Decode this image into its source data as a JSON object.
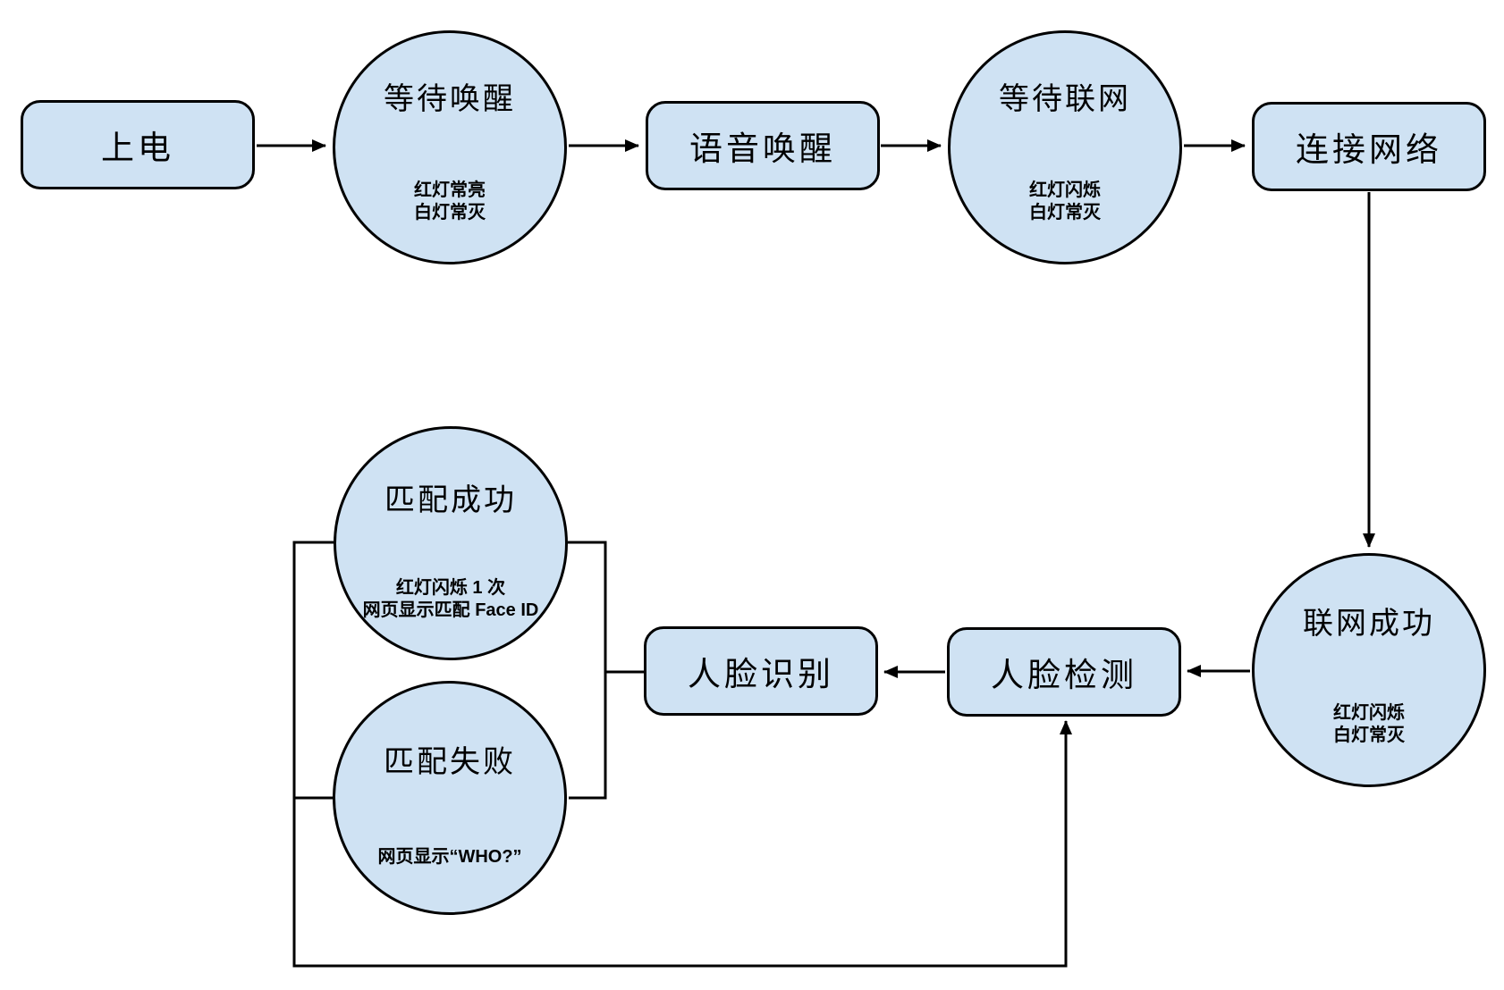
{
  "colors": {
    "background": "#ffffff",
    "node_fill": "#cfe2f3",
    "node_stroke": "#000000",
    "connector": "#000000"
  },
  "nodes": {
    "power_on": {
      "shape": "rect",
      "label": "上电"
    },
    "wait_wake": {
      "shape": "circle",
      "label": "等待唤醒",
      "notes": [
        "红灯常亮",
        "白灯常灭"
      ]
    },
    "voice_wake": {
      "shape": "rect",
      "label": "语音唤醒"
    },
    "wait_network": {
      "shape": "circle",
      "label": "等待联网",
      "notes": [
        "红灯闪烁",
        "白灯常灭"
      ]
    },
    "connect_network": {
      "shape": "rect",
      "label": "连接网络"
    },
    "network_success": {
      "shape": "circle",
      "label": "联网成功",
      "notes": [
        "红灯闪烁",
        "白灯常灭"
      ]
    },
    "face_detect": {
      "shape": "rect",
      "label": "人脸检测"
    },
    "face_recognize": {
      "shape": "rect",
      "label": "人脸识别"
    },
    "match_success": {
      "shape": "circle",
      "label": "匹配成功",
      "notes": [
        "红灯闪烁 1 次",
        "网页显示匹配 Face ID"
      ]
    },
    "match_fail": {
      "shape": "circle",
      "label": "匹配失败",
      "notes": [
        "网页显示“WHO?”"
      ]
    }
  },
  "edges": [
    {
      "from": "power_on",
      "to": "wait_wake",
      "type": "arrow"
    },
    {
      "from": "wait_wake",
      "to": "voice_wake",
      "type": "arrow"
    },
    {
      "from": "voice_wake",
      "to": "wait_network",
      "type": "arrow"
    },
    {
      "from": "wait_network",
      "to": "connect_network",
      "type": "arrow"
    },
    {
      "from": "connect_network",
      "to": "network_success",
      "type": "arrow"
    },
    {
      "from": "network_success",
      "to": "face_detect",
      "type": "arrow"
    },
    {
      "from": "face_detect",
      "to": "face_recognize",
      "type": "arrow"
    },
    {
      "from": "face_recognize",
      "to": "match_success",
      "type": "line"
    },
    {
      "from": "face_recognize",
      "to": "match_fail",
      "type": "line"
    },
    {
      "from": "match_success",
      "to": "face_detect",
      "type": "loop-arrow"
    },
    {
      "from": "match_fail",
      "to": "face_detect",
      "type": "loop-arrow"
    }
  ]
}
